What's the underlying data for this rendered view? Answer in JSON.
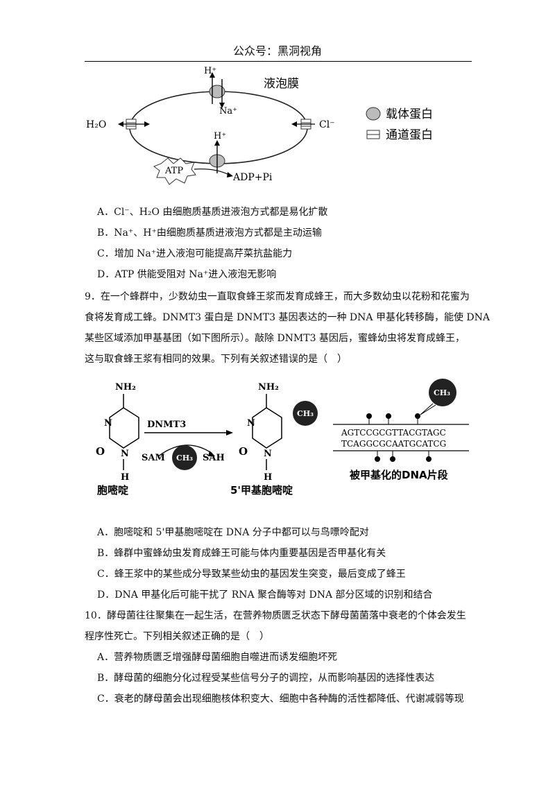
{
  "header": "公众号：黑洞视角",
  "fig1": {
    "membrane_label": "液泡膜",
    "h_top": "H⁺",
    "na": "Na⁺",
    "h2o": "H₂O",
    "cl": "Cl⁻",
    "h_bottom": "H⁺",
    "atp": "ATP",
    "adp": "ADP+Pi",
    "legend_carrier": "载体蛋白",
    "legend_channel": "通道蛋白"
  },
  "q8": {
    "A": "A．Cl⁻、H₂O 由细胞质基质进液泡方式都是易化扩散",
    "B": "B．Na⁺、H⁺由细胞质基质进液泡方式都是主动运输",
    "C": "C．增加 Na⁺进入液泡可能提高芹菜抗盐能力",
    "D": "D．ATP 供能受阻对 Na⁺进入液泡无影响"
  },
  "q9": {
    "l1": "9．在一个蜂群中，少数幼虫一直取食蜂王浆而发育成蜂王，而大多数幼虫以花粉和花蜜为",
    "l2": "食将发育成工蜂。DNMT3 蛋白是 DNMT3 基因表达的一种 DNA 甲基化转移酶，能使 DNA",
    "l3": "某些区域添加甲基基团（如下图所示）。敲除 DNMT3 基因后，蜜蜂幼虫将发育成蜂王，",
    "l4": "这与取食蜂王浆有相同的效果。下列有关叙述错误的是（　）",
    "A": "A．胞嘧啶和 5'甲基胞嘧啶在 DNA 分子中都可以与鸟嘌呤配对",
    "B": "B．蜂群中蜜蜂幼虫发育成蜂王可能与体内重要基因是否甲基化有关",
    "C": "C．蜂王浆中的某些成分导致某些幼虫的基因发生突变，最后变成了蜂王",
    "D": "D．DNA 甲基化后可能干扰了 RNA 聚合酶等对 DNA 部分区域的识别和结合"
  },
  "fig2": {
    "nh2_a": "NH₂",
    "nh2_b": "NH₂",
    "n1": "N",
    "n2": "N",
    "n3": "N",
    "n4": "N",
    "o1": "O",
    "o2": "O",
    "h1": "H",
    "h2": "H",
    "enzyme": "DNMT3",
    "sam": "SAM",
    "sah": "SAH",
    "ch3_a": "CH₃",
    "ch3_b": "CH₃",
    "ch3_c": "CH₃",
    "cytosine": "胞嘧啶",
    "methylcytosine": "5'甲基胞嘧啶",
    "strand1": "AGTCCGCGTTACGTAGC",
    "strand2": "TCAGGCGCAATGCATCG",
    "fragment_label": "被甲基化的DNA片段"
  },
  "q10": {
    "l1": "10．酵母菌往往聚集在一起生活，在营养物质匮乏状态下酵母菌菌落中衰老的个体会发生",
    "l2": "程序性死亡。下列相关叙述正确的是（　）",
    "A": "A．营养物质匮乏增强酵母菌细胞自噬进而诱发细胞坏死",
    "B": "B．酵母菌的细胞分化过程受某些信号分子的调控，从而影响基因的选择性表达",
    "C": "C．衰老的酵母菌会出现细胞核体积变大、细胞中各种酶的活性都降低、代谢减弱等现"
  }
}
